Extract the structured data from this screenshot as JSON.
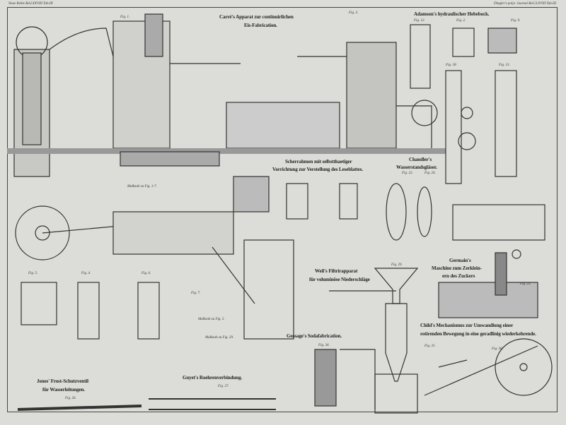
{
  "header": {
    "left": "Neue Reihe Bd.LXXVIII Tab.III",
    "right": "Dingler's polyt. Journal Bd.CLXVIII Tab.III"
  },
  "titles": {
    "carre_1": "Carré's Apparat zur continuirlichen",
    "carre_2": "Eis-Fabrication.",
    "adamson": "Adamson's hydraulischer Hebebock.",
    "scher_1": "Scherrahmen mit selbstthaetiger",
    "scher_2": "Vorrichtung zur Verstellung des Leseblattes.",
    "chandler_1": "Chandler's",
    "chandler_2": "Wasserstandsgläser.",
    "weil_1": "Weil's Filtrirapparat",
    "weil_2": "für voluminöse Niederschläge",
    "germain_1": "Germain's",
    "germain_2": "Maschine zum Zerklein-",
    "germain_3": "ern des Zuckers",
    "child_1": "Child's Mechanismus zur Umwandlung einer",
    "child_2": "rotirenden Bewegung in eine geradlinig wiederkehrende.",
    "gossage": "Gossage's Sodafabrication.",
    "jones_1": "Jones' Frost-Schutzventil",
    "jones_2": "für Wasserleitungen.",
    "guyet": "Guyet's Roehrenverbindung."
  },
  "figs": [
    "Fig. 1.",
    "Fig. 3.",
    "Fig. 12.",
    "Fig. 2.",
    "Fig. 9.",
    "Fig. 18.",
    "Fig. 13.",
    "Fig. 22.",
    "Fig. 24.",
    "Fig. 5.",
    "Fig. 4.",
    "Fig. 6.",
    "Fig. 7.",
    "Fig. 29.",
    "Fig. 25.",
    "Fig. 31.",
    "Fig. 30.",
    "Fig. 34.",
    "Fig. 26.",
    "Fig. 27."
  ],
  "scales": [
    "Maßstab zu Fig. 1-7.",
    "Maßstab zu Fig. 5.",
    "Maßstab zu Fig. 29."
  ]
}
